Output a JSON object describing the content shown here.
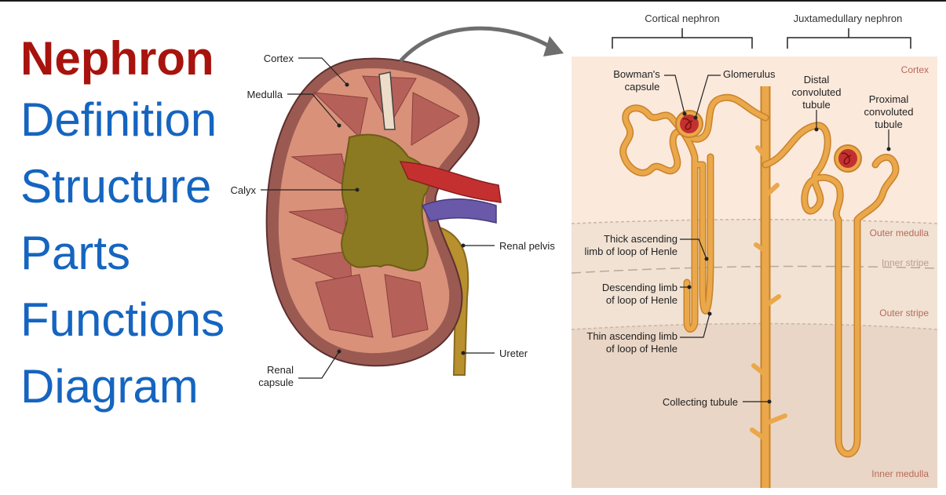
{
  "menu": {
    "title": "Nephron",
    "items": [
      "Definition",
      "Structure",
      "Parts",
      "Functions",
      "Diagram"
    ]
  },
  "kidney_labels": {
    "cortex": "Cortex",
    "medulla": "Medulla",
    "calyx": "Calyx",
    "renal_pelvis": "Renal pelvis",
    "renal_capsule_1": "Renal",
    "renal_capsule_2": "capsule",
    "ureter": "Ureter"
  },
  "nephron_labels": {
    "cortical_nephron": "Cortical nephron",
    "juxtamedullary_nephron": "Juxtamedullary nephron",
    "bowmans_1": "Bowman's",
    "bowmans_2": "capsule",
    "glomerulus": "Glomerulus",
    "distal_1": "Distal",
    "distal_2": "convoluted",
    "distal_3": "tubule",
    "proximal_1": "Proximal",
    "proximal_2": "convoluted",
    "proximal_3": "tubule",
    "thick_1": "Thick ascending",
    "thick_2": "limb of loop of Henle",
    "desc_1": "Descending limb",
    "desc_2": "of loop of Henle",
    "thin_1": "Thin ascending limb",
    "thin_2": "of loop of Henle",
    "collecting": "Collecting tubule"
  },
  "zones": {
    "cortex": "Cortex",
    "outer_medulla": "Outer medulla",
    "inner_stripe": "Inner stripe",
    "outer_stripe": "Outer stripe",
    "inner_medulla": "Inner medulla"
  },
  "colors": {
    "title": "#a8130d",
    "menu": "#1565c0",
    "tubule": "#eaa84a",
    "tubule_edge": "#c9822a",
    "zone_label": "#b8695a"
  }
}
